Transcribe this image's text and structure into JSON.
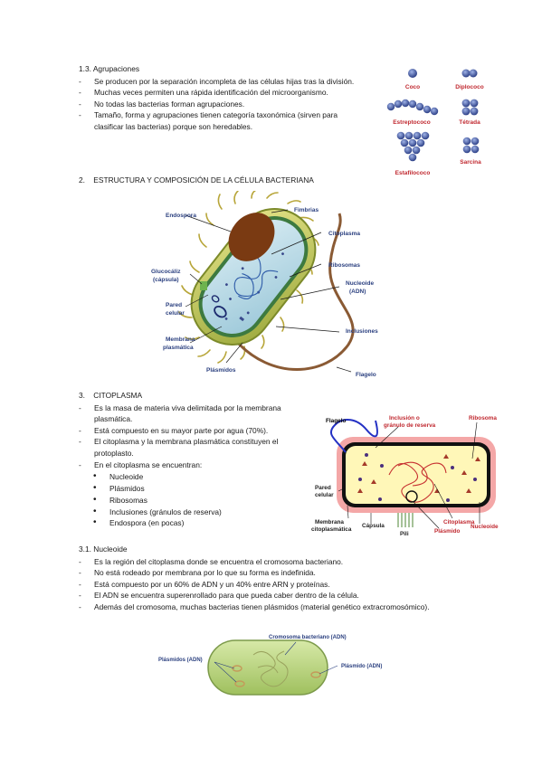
{
  "s13": {
    "heading": "1.3. Agrupaciones",
    "bullets": [
      "Se producen por la separación incompleta de las células hijas tras la división.",
      "Muchas veces permiten una rápida identificación del microorganismo.",
      "No todas las bacterias forman agrupaciones.",
      "Tamaño, forma y agrupaciones tienen categoría taxonómica (sirven para clasificar las bacterias) porque son heredables."
    ]
  },
  "groupings": {
    "coco": "Coco",
    "diplococo": "Diplococo",
    "estreptococo": "Estreptococo",
    "tetrada": "Tétrada",
    "estafilococo": "Estafilococo",
    "sarcina": "Sarcina"
  },
  "s2": {
    "heading": "2.    ESTRUCTURA Y COMPOSICIÓN DE LA CÉLULA BACTERIANA"
  },
  "cell_labels": {
    "endospora": "Endospora",
    "fimbrias": "Fimbrias",
    "citoplasma": "Citoplasma",
    "ribosomas": "Ribosomas",
    "nucleoide": "Nucleoide",
    "nucleoide2": "(ADN)",
    "glucocaliz": "Glucocáliz",
    "glucocaliz2": "(cápsula)",
    "pared": "Pared",
    "pared2": "celular",
    "inclusiones": "Inclusiones",
    "membrana": "Membrana",
    "membrana2": "plasmática",
    "plasmidos": "Plásmidos",
    "flagelo": "Flagelo"
  },
  "s3": {
    "heading": "3.    CITOPLASMA",
    "bullets": [
      "Es la masa de materia viva delimitada por la membrana plasmática.",
      "Está compuesto en su mayor parte por agua (70%).",
      "El citoplasma y la membrana plasmática constituyen el protoplasto.",
      "En el citoplasma se encuentran:"
    ],
    "items": [
      "Nucleoide",
      "Plásmidos",
      "Ribosomas",
      "Inclusiones (gránulos de reserva)",
      "Endospora (en pocas)"
    ]
  },
  "cyto_labels": {
    "flagelo": "Flagelo",
    "inclusion1": "Inclusión o",
    "inclusion2": "gránulo de reserva",
    "ribosoma": "Ribosoma",
    "pared1": "Pared",
    "pared2": "celular",
    "membrana1": "Membrana",
    "membrana2": "citoplasmática",
    "capsula": "Cápsula",
    "pili": "Pili",
    "plasmido": "Plásmido",
    "citoplasma": "Citoplasma",
    "nucleoide": "Nucleoide"
  },
  "s31": {
    "heading": "3.1. Nucleoide",
    "bullets": [
      "Es la región del citoplasma donde se encuentra el cromosoma bacteriano.",
      "No está rodeado por membrana por lo que su forma es indefinida.",
      "Está compuesto por un 60% de ADN y un 40% entre ARN y proteínas.",
      "El ADN se encuentra superenrollado para que pueda caber dentro de la célula.",
      "Además del cromosoma, muchas bacterias tienen plásmidos (material genético extracromosómico)."
    ]
  },
  "dna_labels": {
    "cromosoma": "Cromosoma bacteriano (ADN)",
    "plasmidos": "Plásmidos (ADN)",
    "plasmido": "Plásmido (ADN)"
  }
}
